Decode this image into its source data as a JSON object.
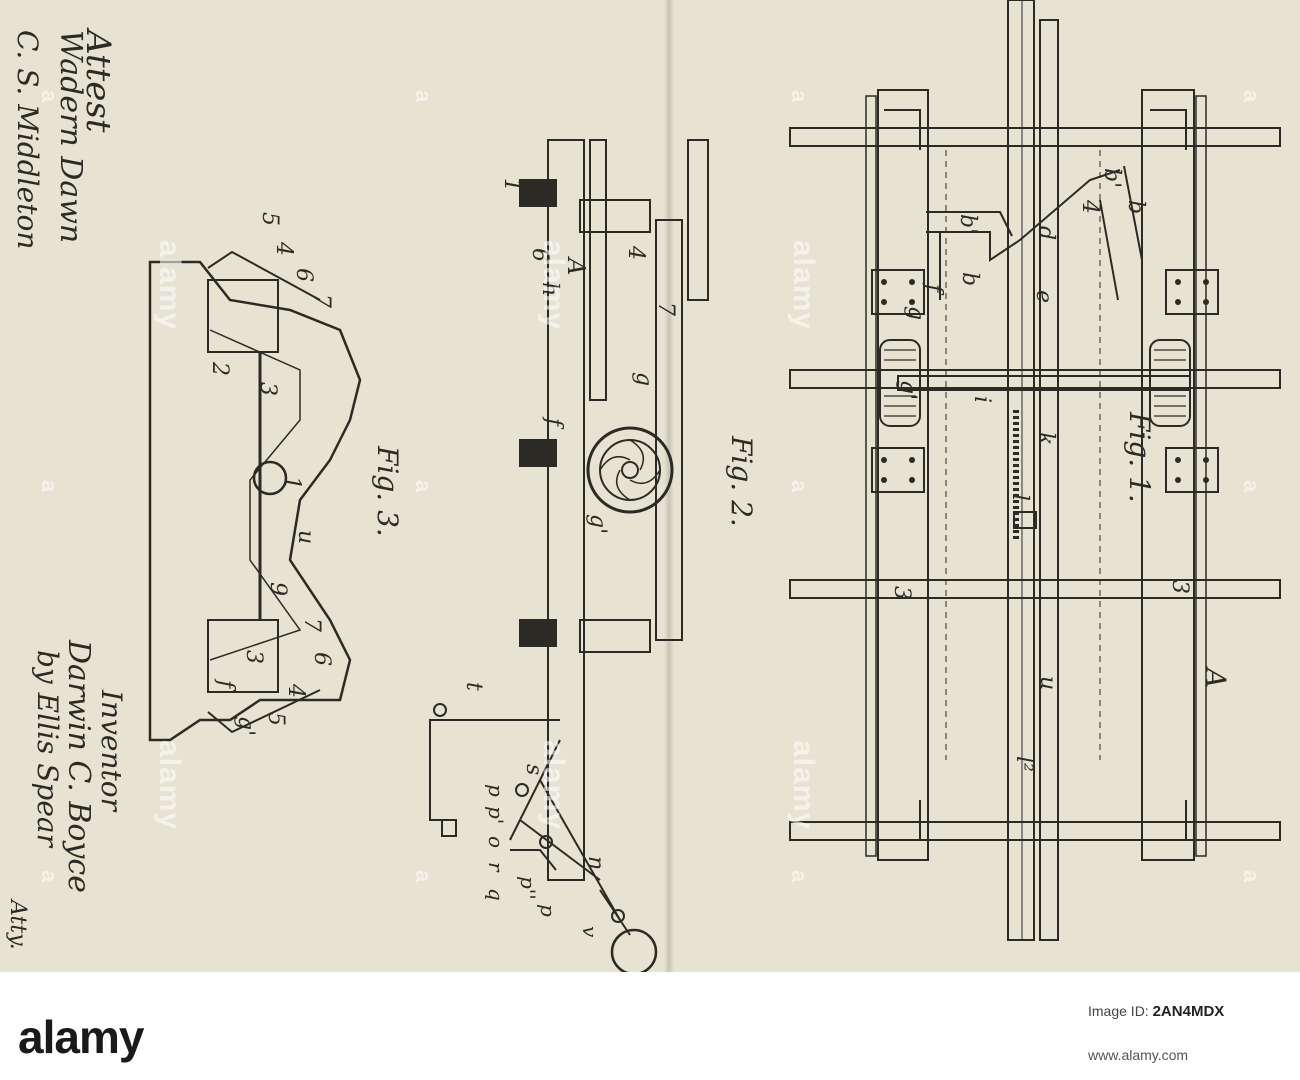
{
  "drawing": {
    "attest_block": [
      "Attest",
      "Wadern Dawn",
      "C. S. Middleton"
    ],
    "inventor_block": [
      "Inventor",
      "Darwin C. Boyce",
      "by Ellis Spear",
      "Atty."
    ],
    "figures": [
      "Fig. 1.",
      "Fig. 2.",
      "Fig. 3."
    ],
    "fig1_labels": [
      "4",
      "b'",
      "b'",
      "d",
      "b",
      "b",
      "e",
      "f",
      "g",
      "g'",
      "i",
      "k",
      "l",
      "u",
      "3",
      "3",
      "l²",
      "A"
    ],
    "fig2_labels": [
      "1",
      "6",
      "A",
      "h",
      "4",
      "7",
      "g",
      "f",
      "g'",
      "t",
      "s",
      "p",
      "p'",
      "o",
      "r",
      "q",
      "p''",
      "p",
      "v",
      "n"
    ],
    "fig3_labels": [
      "5",
      "4",
      "6",
      "7",
      "2",
      "3",
      "1",
      "u",
      "9",
      "7",
      "3",
      "f",
      "6",
      "4",
      "5",
      "g'"
    ]
  },
  "watermark": {
    "brand": "alamy",
    "letter": "a"
  },
  "footer": {
    "brand": "alamy",
    "image_id_label": "Image ID:",
    "image_id": "2AN4MDX",
    "site": "www.alamy.com"
  }
}
